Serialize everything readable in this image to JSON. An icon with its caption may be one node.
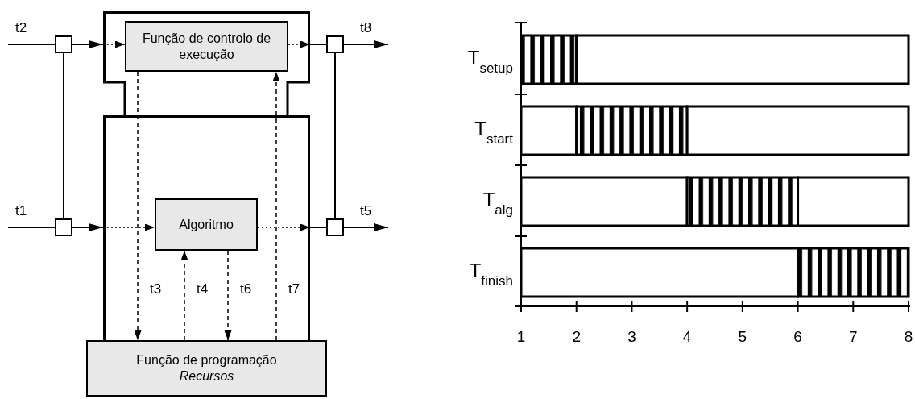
{
  "diagram": {
    "nodes": [
      {
        "text": [],
        "shape": "box"
      },
      {
        "text": [
          "Função de controlo de execução"
        ],
        "in": 0
      },
      {
        "text": [],
        "shape": "box"
      },
      {
        "text": [
          "Algoritmo"
        ],
        "in": 2
      },
      {
        "text": [
          "Função de programação",
          "Recursos"
        ]
      },
      {
        "text": [],
        "shape": "box"
      },
      {
        "text": [],
        "shape": "box"
      },
      {
        "text": [],
        "shape": "box"
      },
      {
        "text": [],
        "shape": "box"
      }
    ],
    "edges": [
      {
        "from": null,
        "to": 5,
        "arrow": "none",
        "label": "t2"
      },
      {
        "from": 5,
        "to": 0,
        "arrow": "to"
      },
      {
        "from": 0,
        "to": 1,
        "arrow": "to",
        "style": "dashed"
      },
      {
        "from": 1,
        "to": 0,
        "arrow": "to",
        "style": "dashed"
      },
      {
        "from": 0,
        "to": 7,
        "arrow": "none"
      },
      {
        "from": 7,
        "to": null,
        "arrow": "to",
        "label": "t8"
      },
      {
        "from": 5,
        "to": 6,
        "arrow": "none"
      },
      {
        "from": 7,
        "to": 8,
        "arrow": "none"
      },
      {
        "from": null,
        "to": 6,
        "arrow": "none",
        "label": "t1"
      },
      {
        "from": 6,
        "to": 2,
        "arrow": "to"
      },
      {
        "from": 2,
        "to": 3,
        "arrow": "to",
        "style": "dashed"
      },
      {
        "from": 3,
        "to": 2,
        "arrow": "to",
        "style": "dashed"
      },
      {
        "from": 2,
        "to": 8,
        "arrow": "none"
      },
      {
        "from": 8,
        "to": null,
        "arrow": "to",
        "label": "t5"
      },
      {
        "from": 1,
        "to": 4,
        "arrow": "to",
        "style": "dashed",
        "label": "t3"
      },
      {
        "from": 4,
        "to": 3,
        "arrow": "to",
        "style": "dashed",
        "label": "t4"
      },
      {
        "from": 3,
        "to": 4,
        "arrow": "to",
        "style": "dashed",
        "label": "t6"
      },
      {
        "from": 4,
        "to": 1,
        "arrow": "to",
        "style": "dashed",
        "label": "t7"
      }
    ],
    "chart_data": {
      "type": "bar",
      "orientation": "horizontal",
      "stacked": true,
      "categories": [
        "T$_{setup}$",
        "T$_{start}$",
        "T$_{alg}$",
        "T$_{finish}$"
      ],
      "series": [
        {
          "color": "#ffffff",
          "values": [
            1,
            2,
            4,
            6
          ]
        },
        {
          "color": "#000000",
          "values": [
            1,
            2,
            2,
            2
          ]
        },
        {
          "color": "#ffffff",
          "values": [
            6,
            4,
            2,
            null
          ]
        }
      ],
      "xlim": [
        1,
        8
      ],
      "xticks": [
        1,
        2,
        3,
        4,
        5,
        6,
        7,
        8
      ]
    }
  }
}
